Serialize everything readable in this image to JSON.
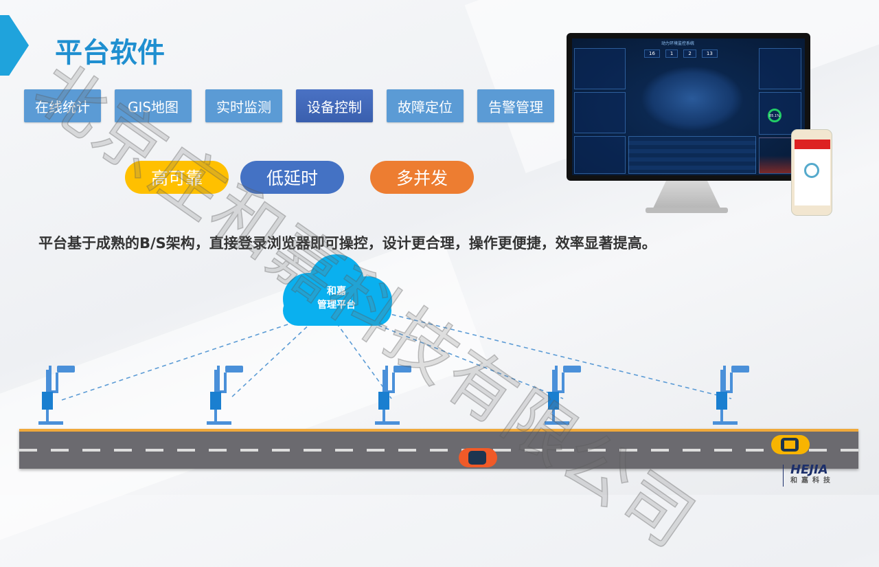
{
  "title": "平台软件",
  "tabs": [
    {
      "label": "在线统计"
    },
    {
      "label": "GIS地图"
    },
    {
      "label": "实时监测"
    },
    {
      "label": "设备控制",
      "active": true
    },
    {
      "label": "故障定位"
    },
    {
      "label": "告警管理"
    }
  ],
  "features": [
    {
      "label": "高可靠",
      "color": "#ffc000"
    },
    {
      "label": "低延时",
      "color": "#4472c4"
    },
    {
      "label": "多并发",
      "color": "#ed7d31"
    }
  ],
  "description": "平台基于成熟的B/S架构，直接登录浏览器即可操控，设计更合理，操作更便捷，效率显著提高。",
  "cloud": {
    "line1": "和嘉",
    "line2": "管理平台"
  },
  "dashboard": {
    "title": "动力环境监控系统",
    "stats": [
      "16",
      "1",
      "2",
      "13"
    ],
    "gauge": "85.1%"
  },
  "watermark": "北京庄和嘉科技有限公司",
  "logo": {
    "brand": "HEJIA",
    "name": "和嘉科技"
  }
}
